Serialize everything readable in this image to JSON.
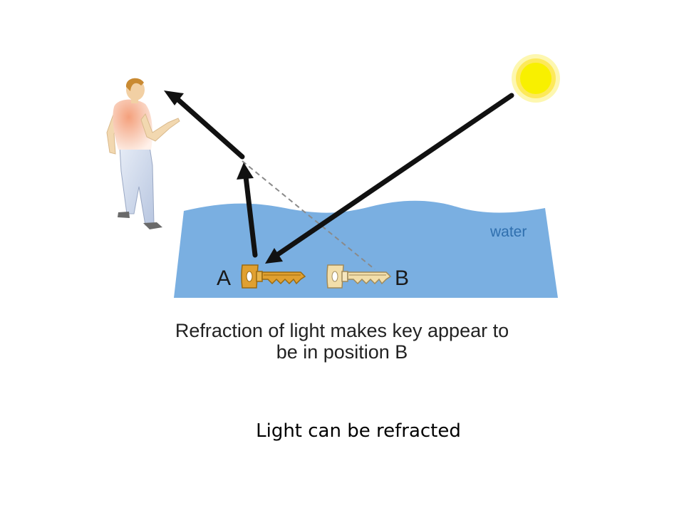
{
  "diagram": {
    "water_label": "water",
    "position_a_label": "A",
    "position_b_label": "B",
    "caption_line_1": "Refraction of light makes key appear to",
    "caption_line_2": "be in position B"
  },
  "slide_caption": "Light can be refracted",
  "colors": {
    "water": "#7aafe1",
    "water_label": "#2f6fae",
    "sun_core": "#f8f000",
    "sun_halo": "#fdf7b0",
    "real_key": "#e0a030",
    "apparent_key": "#f2deaa",
    "ray": "#111111",
    "virtual_ray": "#8a8a8a"
  },
  "icons": {
    "sun": "sun-icon",
    "observer": "person-icon",
    "real_key": "key-icon",
    "apparent_key": "key-icon"
  }
}
